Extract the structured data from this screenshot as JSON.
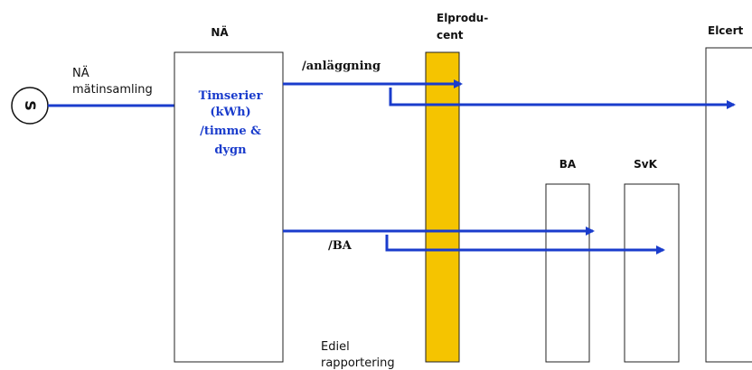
{
  "colors": {
    "flow_blue": "#1a3ccc",
    "producer_fill": "#f5c400",
    "box_stroke": "#222222"
  },
  "meter": {
    "symbol": "S",
    "label_line1": "NÄ",
    "label_line2": "mätinsamling"
  },
  "boxes": {
    "na": {
      "title": "NÄ"
    },
    "elproducent": {
      "title_line1": "Elprodu-",
      "title_line2": "cent"
    },
    "ba": {
      "title": "BA"
    },
    "svk": {
      "title": "SvK"
    },
    "elcert": {
      "title": "Elcert"
    }
  },
  "na_content": {
    "line1": "Timserier",
    "line2": "(kWh)",
    "line3": "/timme &",
    "line4": "dygn"
  },
  "flows": {
    "anlaggning_label": "/anläggning",
    "ba_label": "/BA"
  },
  "footer": {
    "line1": "Ediel",
    "line2": "rapportering"
  }
}
